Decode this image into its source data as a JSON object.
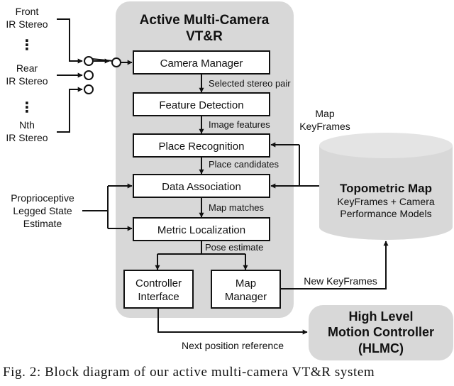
{
  "diagram": {
    "panel_title_line1": "Active Multi-Camera",
    "panel_title_line2": "VT&R",
    "inputs": {
      "front_line1": "Front",
      "front_line2": "IR Stereo",
      "rear_line1": "Rear",
      "rear_line2": "IR Stereo",
      "nth_line1": "Nth",
      "nth_line2": "IR Stereo",
      "ellipsis": "⋮"
    },
    "proprio_line1": "Proprioceptive",
    "proprio_line2": "Legged State",
    "proprio_line3": "Estimate",
    "blocks": {
      "camera_manager": "Camera Manager",
      "feature_detection": "Feature Detection",
      "place_recognition": "Place Recognition",
      "data_association": "Data Association",
      "metric_localization": "Metric Localization",
      "controller_interface_line1": "Controller",
      "controller_interface_line2": "Interface",
      "map_manager_line1": "Map",
      "map_manager_line2": "Manager"
    },
    "edge_labels": {
      "selected_stereo_pair": "Selected stereo pair",
      "image_features": "Image features",
      "place_candidates": "Place candidates",
      "map_matches": "Map matches",
      "pose_estimate": "Pose estimate",
      "map_keyframes_line1": "Map",
      "map_keyframes_line2": "KeyFrames",
      "new_keyframes": "New KeyFrames",
      "next_position_reference": "Next position reference"
    },
    "topometric_map": {
      "title": "Topometric Map",
      "line1": "KeyFrames + Camera",
      "line2": "Performance Models"
    },
    "hlmc": {
      "line1": "High Level",
      "line2": "Motion Controller",
      "line3": "(HLMC)"
    },
    "caption": "Fig. 2: Block diagram of our active multi-camera VT&R system"
  },
  "colors": {
    "panel": "#d8d8d8",
    "box_fill": "#ffffff",
    "stroke": "#111111",
    "text": "#111111"
  }
}
